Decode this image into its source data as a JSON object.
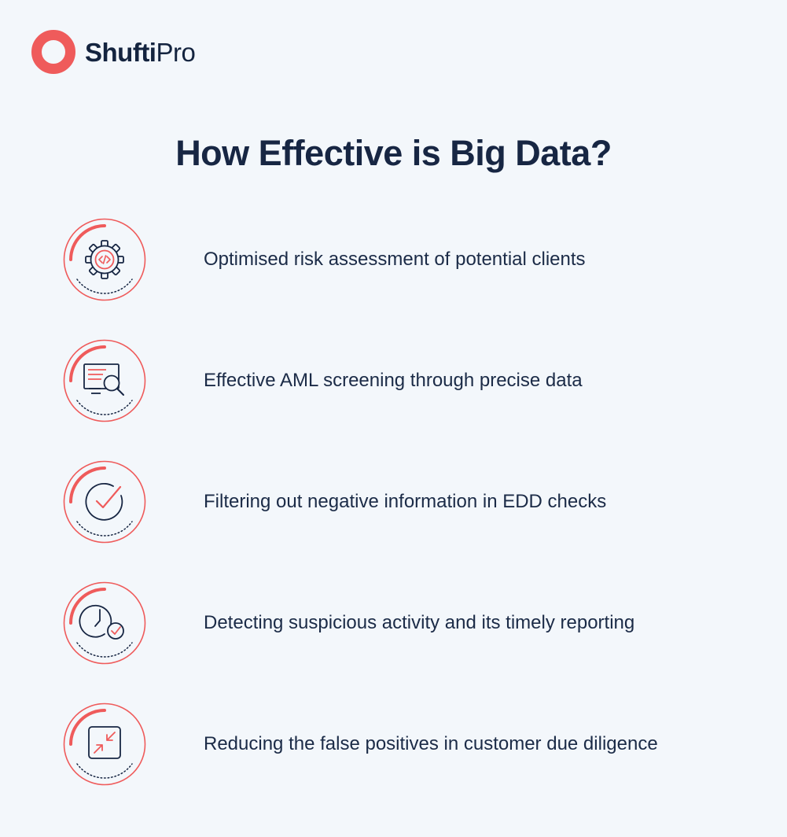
{
  "brand": {
    "name_bold": "Shufti",
    "name_light": "Pro",
    "accent": "#ef5b5b"
  },
  "heading": "How Effective is Big Data?",
  "colors": {
    "navy": "#172643",
    "red": "#ef5b5b",
    "background": "#f3f7fb"
  },
  "items": [
    {
      "icon": "gear-code-icon",
      "label": "Optimised risk assessment of potential clients"
    },
    {
      "icon": "screen-search-icon",
      "label": "Effective AML screening through precise data"
    },
    {
      "icon": "check-circle-icon",
      "label": "Filtering out negative information in EDD checks"
    },
    {
      "icon": "clock-check-icon",
      "label": "Detecting suspicious activity and its timely reporting"
    },
    {
      "icon": "compress-arrows-icon",
      "label": "Reducing the false positives in customer due diligence"
    }
  ]
}
